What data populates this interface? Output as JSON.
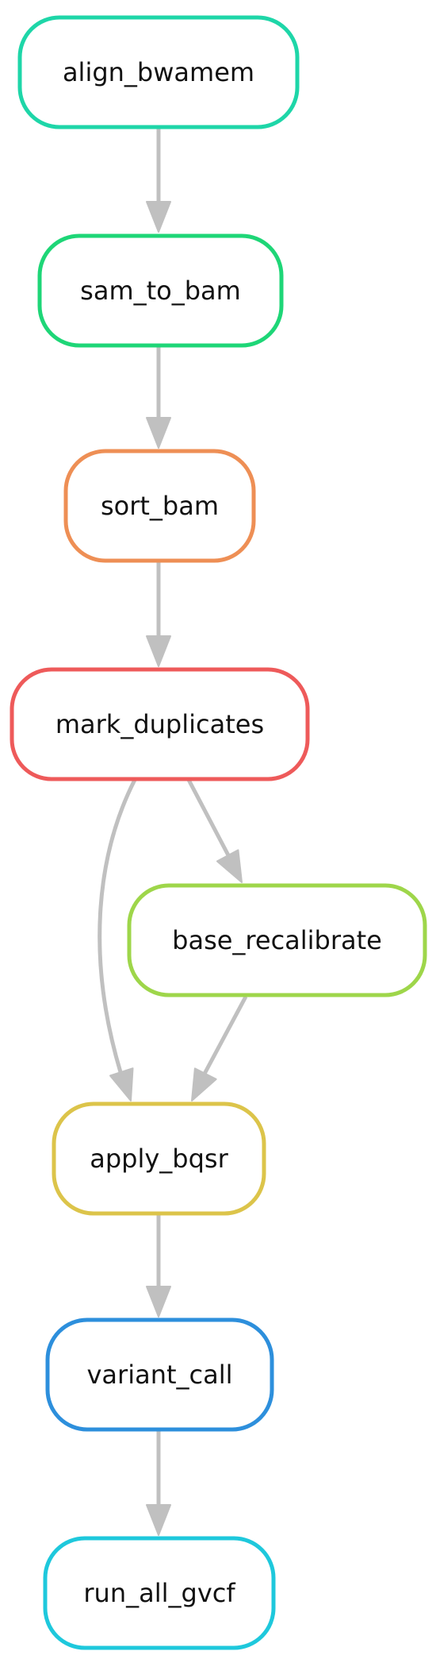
{
  "diagram": {
    "type": "workflow-dag",
    "nodes": [
      {
        "id": "align_bwamem",
        "label": "align_bwamem",
        "color": "#1ed6a8"
      },
      {
        "id": "sam_to_bam",
        "label": "sam_to_bam",
        "color": "#1ed677"
      },
      {
        "id": "sort_bam",
        "label": "sort_bam",
        "color": "#ee8f55"
      },
      {
        "id": "mark_duplicates",
        "label": "mark_duplicates",
        "color": "#ee5a5a"
      },
      {
        "id": "base_recalibrate",
        "label": "base_recalibrate",
        "color": "#9ed64a"
      },
      {
        "id": "apply_bqsr",
        "label": "apply_bqsr",
        "color": "#dcc44a"
      },
      {
        "id": "variant_call",
        "label": "variant_call",
        "color": "#2d8fdc"
      },
      {
        "id": "run_all_gvcf",
        "label": "run_all_gvcf",
        "color": "#1ec8dc"
      }
    ],
    "edges": [
      {
        "from": "align_bwamem",
        "to": "sam_to_bam"
      },
      {
        "from": "sam_to_bam",
        "to": "sort_bam"
      },
      {
        "from": "sort_bam",
        "to": "mark_duplicates"
      },
      {
        "from": "mark_duplicates",
        "to": "base_recalibrate"
      },
      {
        "from": "mark_duplicates",
        "to": "apply_bqsr"
      },
      {
        "from": "base_recalibrate",
        "to": "apply_bqsr"
      },
      {
        "from": "apply_bqsr",
        "to": "variant_call"
      },
      {
        "from": "variant_call",
        "to": "run_all_gvcf"
      }
    ],
    "edge_color": "#c0c0c0"
  }
}
